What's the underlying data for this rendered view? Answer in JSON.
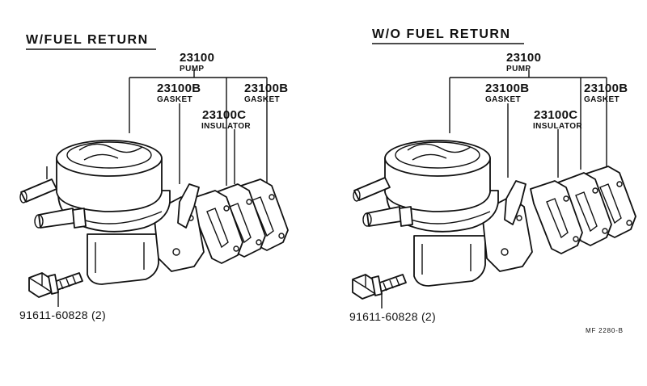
{
  "left": {
    "title": "W/FUEL RETURN",
    "pump_no": "23100",
    "pump_name": "PUMP",
    "gasket1_no": "23100B",
    "gasket1_name": "GASKET",
    "gasket2_no": "23100B",
    "gasket2_name": "GASKET",
    "insulator_no": "23100C",
    "insulator_name": "INSULATOR",
    "bolt_no": "91611-60828 (2)"
  },
  "right": {
    "title": "W/O FUEL RETURN",
    "pump_no": "23100",
    "pump_name": "PUMP",
    "gasket1_no": "23100B",
    "gasket1_name": "GASKET",
    "gasket2_no": "23100B",
    "gasket2_name": "GASKET",
    "insulator_no": "23100C",
    "insulator_name": "INSULATOR",
    "bolt_no": "91611-60828 (2)"
  },
  "figure_code": "MF 2280-B"
}
